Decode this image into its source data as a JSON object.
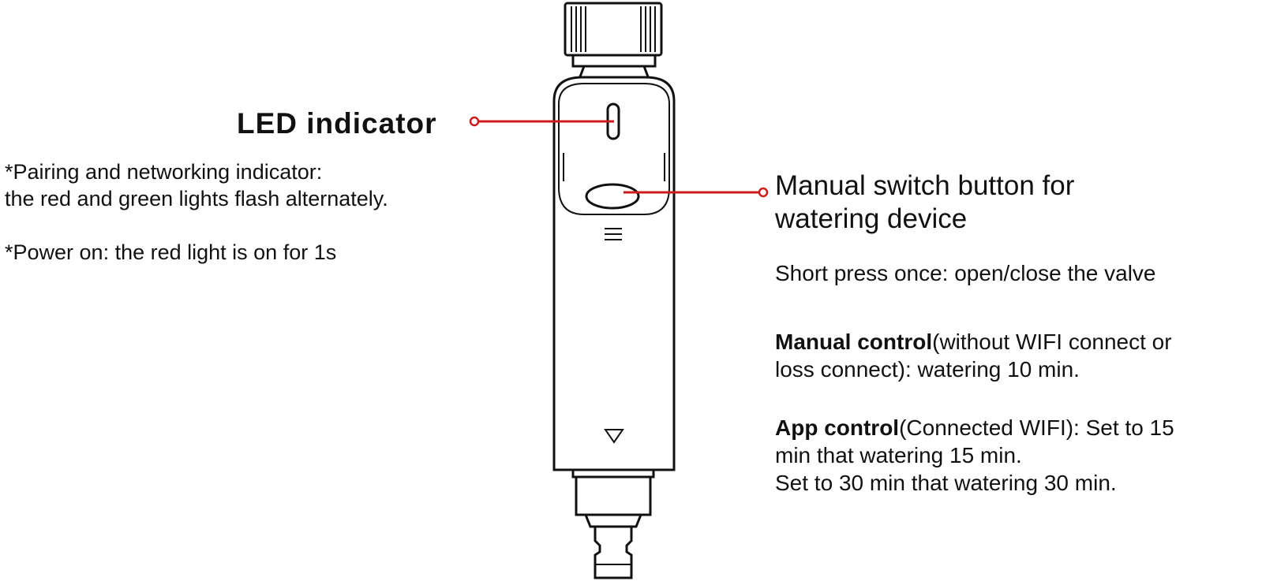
{
  "led": {
    "title": "LED indicator",
    "line1": "*Pairing and networking indicator:",
    "line2": "the red and green lights flash alternately.",
    "line3": "*Power on: the red light is on for 1s"
  },
  "switch": {
    "title_line1": "Manual switch button for",
    "title_line2": "watering device",
    "short_press": "Short press once: open/close the valve",
    "manual_bold": "Manual control",
    "manual_rest": "(without WIFI connect or",
    "manual_line2": "loss connect): watering 10 min.",
    "app_bold": "App control",
    "app_rest": "(Connected WIFI): Set to 15",
    "app_line2": "min that watering 15 min.",
    "app_line3": "Set to 30 min that watering 30 min."
  },
  "colors": {
    "callout": "#cc1b1b",
    "outline": "#111111"
  }
}
